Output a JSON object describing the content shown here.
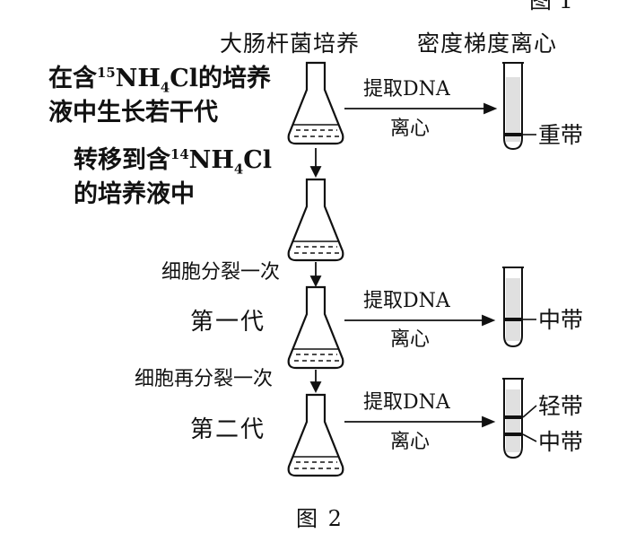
{
  "figure_top_caption": "图 1",
  "headers": {
    "culture": "大肠杆菌培养",
    "centrifuge": "密度梯度离心"
  },
  "initial_condition": {
    "line1_prefix": "在含",
    "isotope_15": "15",
    "nh4cl_a": "NH",
    "nh4cl_sub": "4",
    "nh4cl_b": "Cl",
    "line1_suffix": "的培养",
    "line2": "液中生长若干代"
  },
  "transfer": {
    "line1_prefix": "转移到含",
    "isotope_14": "14",
    "nh4cl_a": "NH",
    "nh4cl_sub": "4",
    "nh4cl_b": "Cl",
    "line2": "的培养液中"
  },
  "steps": {
    "divide_once": "细胞分裂一次",
    "divide_again": "细胞再分裂一次"
  },
  "generations": {
    "first": "第一代",
    "second": "第二代"
  },
  "process": {
    "extract": "提取DNA",
    "centrifuge": "离心"
  },
  "bands": {
    "heavy": "重带",
    "middle": "中带",
    "light": "轻带"
  },
  "caption": "图 2"
}
